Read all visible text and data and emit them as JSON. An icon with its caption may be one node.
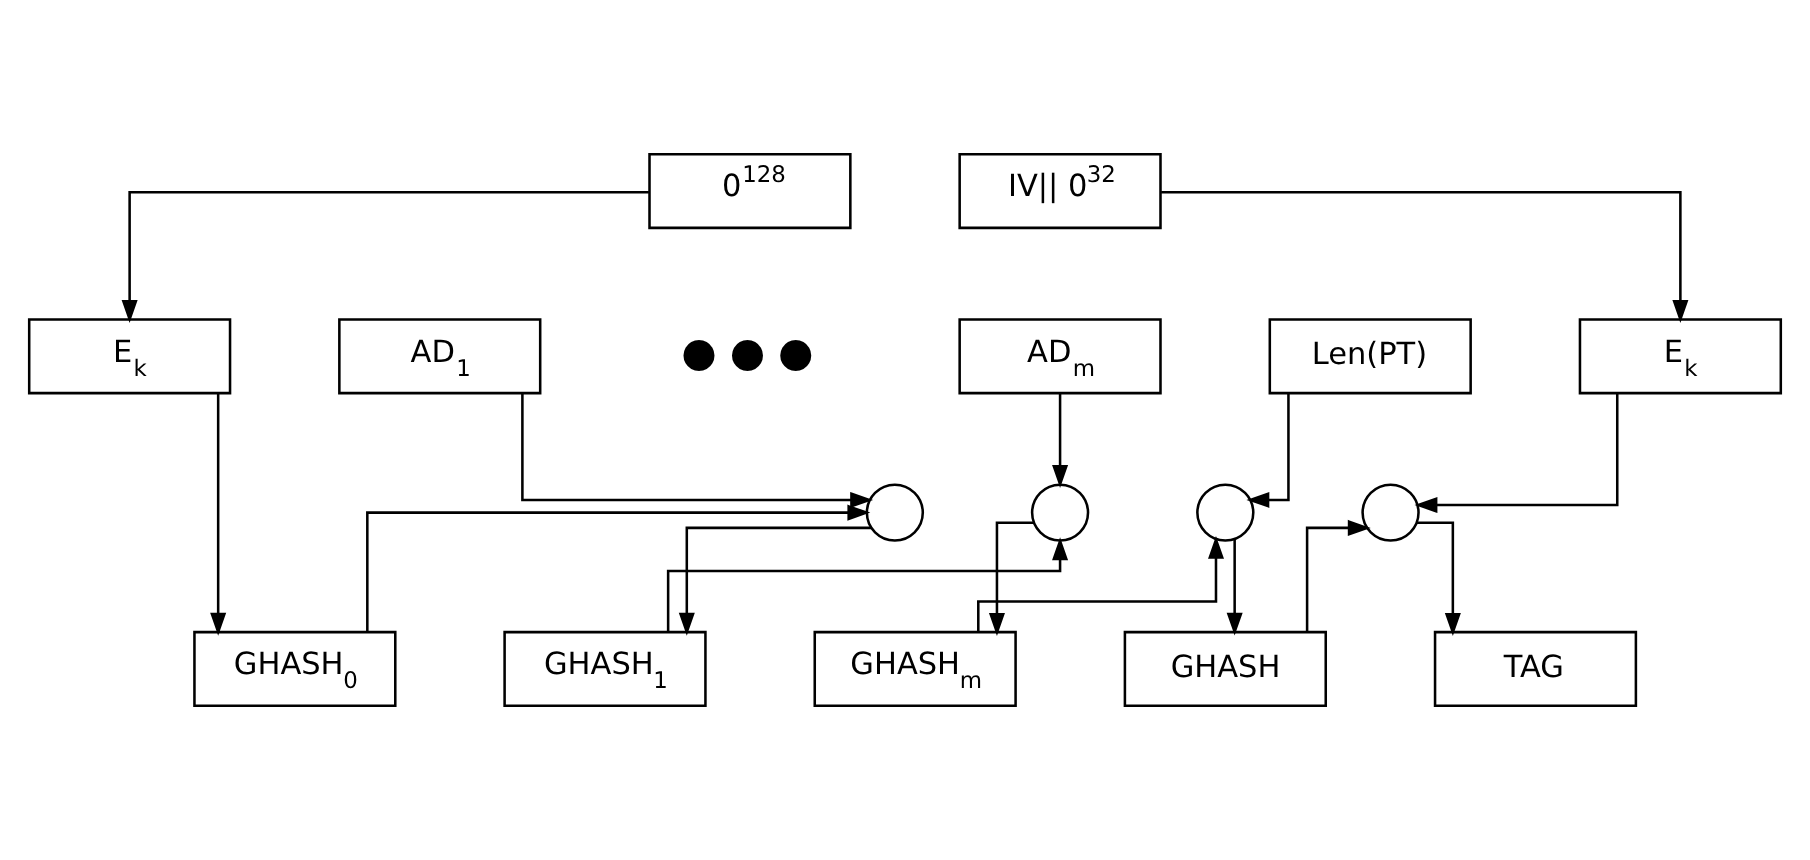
{
  "diagram": {
    "nodes": [
      {
        "text": [
          "0$^{128}$"
        ]
      },
      {
        "text": [
          "E$_{k}$"
        ]
      },
      {
        "text": [
          "GHASH$_{0}$"
        ]
      },
      {
        "text": [
          "AD$_{1}$"
        ]
      },
      {
        "text": [],
        "shape": "circle"
      },
      {
        "text": [
          "GHASH$_{1}$"
        ]
      },
      {
        "text": [
          "AD$_{m}$"
        ]
      },
      {
        "text": [],
        "shape": "circle"
      },
      {
        "text": [
          "GHASH$_{m}$"
        ]
      },
      {
        "text": [
          "Len(PT)"
        ]
      },
      {
        "text": [],
        "shape": "circle"
      },
      {
        "text": [
          "GHASH"
        ]
      },
      {
        "text": [
          "IV|| 0$^{32}$"
        ]
      },
      {
        "text": [
          "E$_{k}$"
        ]
      },
      {
        "text": [],
        "shape": "circle"
      },
      {
        "text": [
          "TAG"
        ]
      }
    ],
    "edges": [
      {
        "from": 0,
        "to": 1,
        "arrow": "to"
      },
      {
        "from": 1,
        "to": 2,
        "arrow": "to"
      },
      {
        "from": 2,
        "to": 4,
        "arrow": "to"
      },
      {
        "from": 3,
        "to": 4,
        "arrow": "to"
      },
      {
        "from": 4,
        "to": 5,
        "arrow": "to"
      },
      {
        "from": 5,
        "to": 7,
        "arrow": "to"
      },
      {
        "from": 6,
        "to": 7,
        "arrow": "to"
      },
      {
        "from": 7,
        "to": 8,
        "arrow": "to"
      },
      {
        "from": 8,
        "to": 10,
        "arrow": "to"
      },
      {
        "from": 9,
        "to": 10,
        "arrow": "to"
      },
      {
        "from": 10,
        "to": 11,
        "arrow": "to"
      },
      {
        "from": 11,
        "to": 14,
        "arrow": "to"
      },
      {
        "from": 12,
        "to": 13,
        "arrow": "to"
      },
      {
        "from": 13,
        "to": 14,
        "arrow": "to"
      },
      {
        "from": 14,
        "to": 15,
        "arrow": "to"
      }
    ],
    "labels": [
      "● ● ●"
    ]
  }
}
